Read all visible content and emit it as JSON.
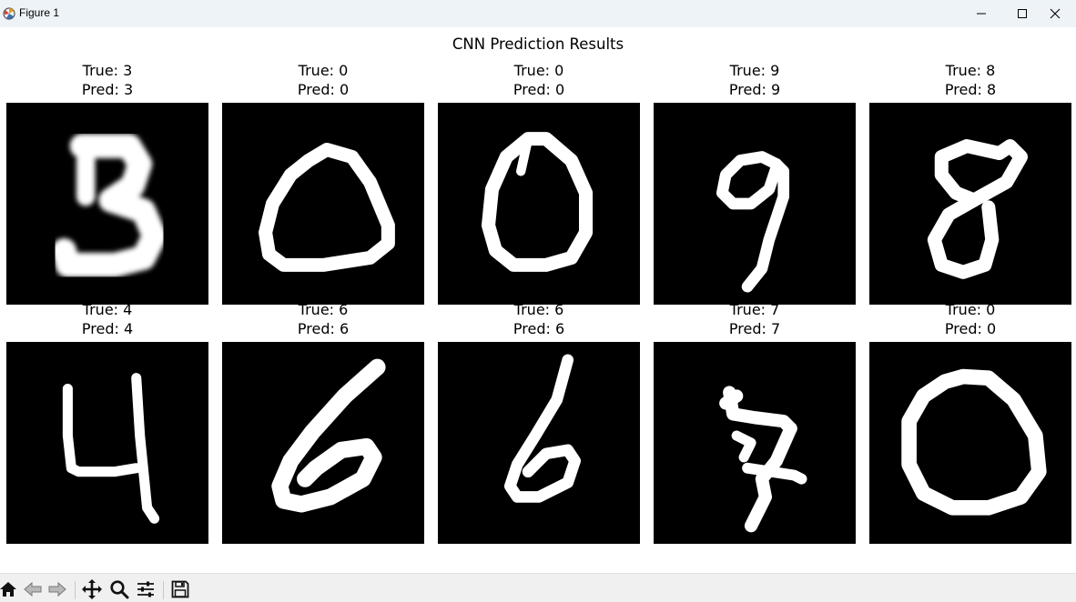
{
  "window": {
    "title": "Figure 1",
    "icons": [
      "matplotlib-app-icon",
      "minimize-icon",
      "maximize-icon",
      "close-icon"
    ]
  },
  "figure": {
    "title": "CNN Prediction Results",
    "subplots": [
      {
        "true_label": "True: 3",
        "pred_label": "Pred: 3",
        "digit": "3"
      },
      {
        "true_label": "True: 0",
        "pred_label": "Pred: 0",
        "digit": "0"
      },
      {
        "true_label": "True: 0",
        "pred_label": "Pred: 0",
        "digit": "0"
      },
      {
        "true_label": "True: 9",
        "pred_label": "Pred: 9",
        "digit": "9"
      },
      {
        "true_label": "True: 8",
        "pred_label": "Pred: 8",
        "digit": "8"
      },
      {
        "true_label": "True: 4",
        "pred_label": "Pred: 4",
        "digit": "4"
      },
      {
        "true_label": "True: 6",
        "pred_label": "Pred: 6",
        "digit": "6"
      },
      {
        "true_label": "True: 6",
        "pred_label": "Pred: 6",
        "digit": "6"
      },
      {
        "true_label": "True: 7",
        "pred_label": "Pred: 7",
        "digit": "7"
      },
      {
        "true_label": "True: 0",
        "pred_label": "Pred: 0",
        "digit": "0"
      }
    ]
  },
  "toolbar": {
    "buttons": [
      "home-icon",
      "back-icon",
      "forward-icon",
      "pan-icon",
      "zoom-icon",
      "configure-subplots-icon",
      "save-icon"
    ]
  }
}
